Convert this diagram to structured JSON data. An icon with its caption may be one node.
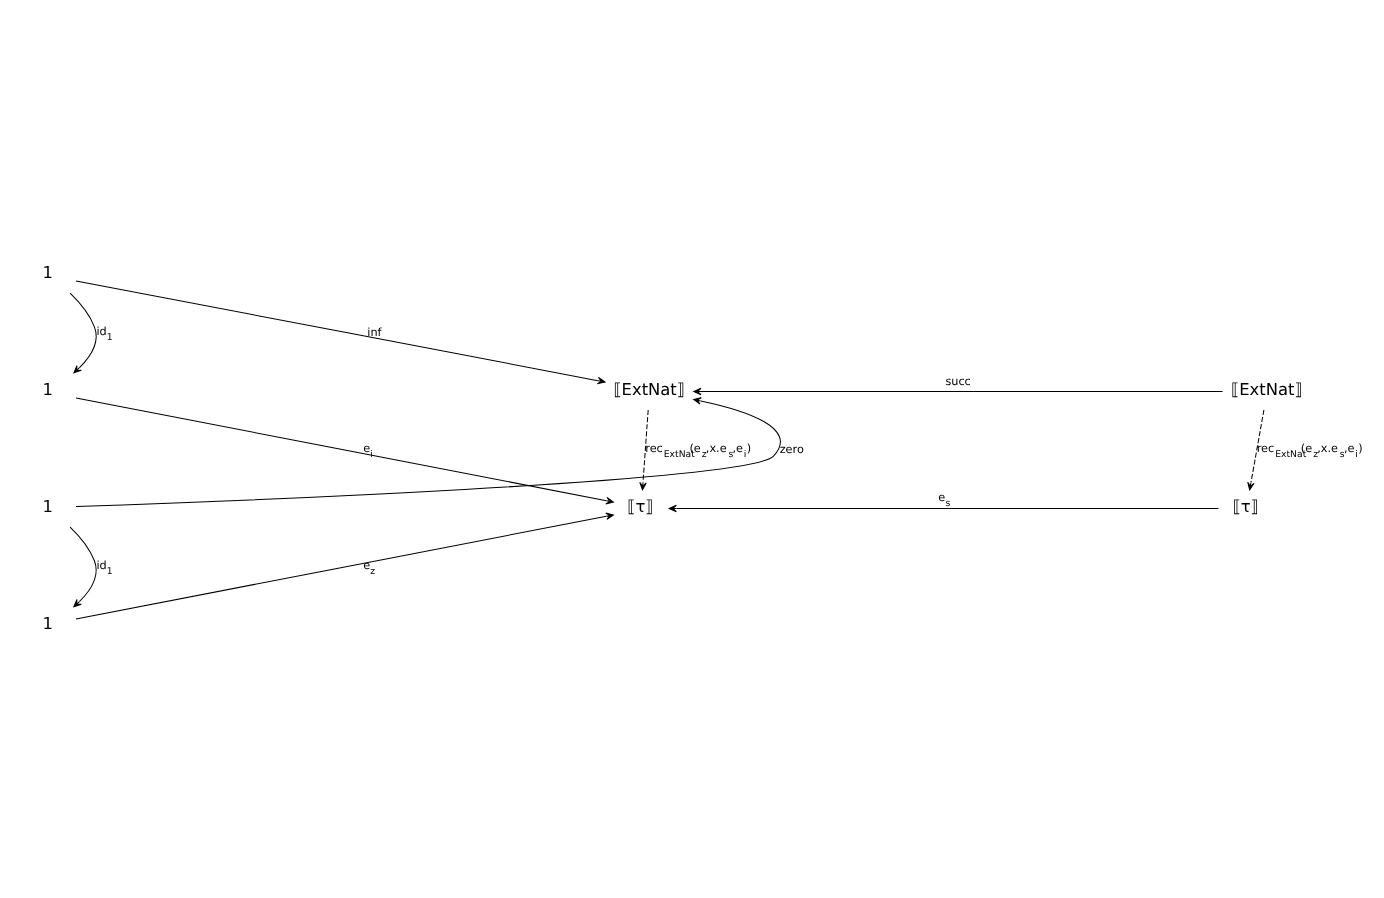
{
  "diagram": {
    "nodes": [
      {
        "text": [
          "1"
        ]
      },
      {
        "text": [
          "1"
        ]
      },
      {
        "text": [
          "⟦ExtNat⟧"
        ]
      },
      {
        "text": [
          "⟦ExtNat⟧"
        ]
      },
      {
        "text": [
          "1"
        ]
      },
      {
        "text": [
          "⟦τ⟧"
        ]
      },
      {
        "text": [
          "⟦τ⟧"
        ]
      },
      {
        "text": [
          "1"
        ]
      }
    ],
    "edges": [
      {
        "from": 0,
        "to": 1,
        "arrow": "to",
        "label": "id$_{1}$"
      },
      {
        "from": 0,
        "to": 2,
        "arrow": "to",
        "label": "inf"
      },
      {
        "from": 1,
        "to": 5,
        "arrow": "to",
        "label": "e$_{i}$"
      },
      {
        "from": 3,
        "to": 2,
        "arrow": "to",
        "label": "succ"
      },
      {
        "from": 2,
        "to": 5,
        "arrow": "to",
        "style": "dashed",
        "label": "rec$_{ExtNat}$(e$_{z}$,x.e$_{s}$,e$_{i}$)"
      },
      {
        "from": 3,
        "to": 6,
        "arrow": "to",
        "style": "dashed",
        "label": "rec$_{ExtNat}$(e$_{z}$,x.e$_{s}$,e$_{i}$)"
      },
      {
        "from": 4,
        "to": 2,
        "arrow": "to",
        "label": "zero"
      },
      {
        "from": 4,
        "to": 7,
        "arrow": "to",
        "label": "id$_{1}$"
      },
      {
        "from": 6,
        "to": 5,
        "arrow": "to",
        "label": "e$_{s}$"
      },
      {
        "from": 7,
        "to": 5,
        "arrow": "to",
        "label": "e$_{z}$"
      }
    ]
  }
}
